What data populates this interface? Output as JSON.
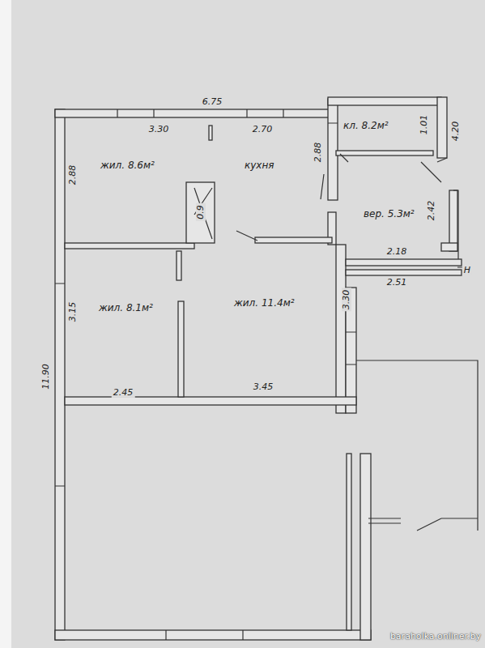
{
  "diagram": {
    "nodes": [
      {
        "text": [
          "жил. 8.6м²"
        ]
      },
      {
        "text": [
          "кухня"
        ]
      },
      {
        "text": [
          "кл. 8.2м²"
        ]
      },
      {
        "text": [
          "вер. 5.3м²"
        ]
      },
      {
        "text": [
          "жил. 8.1м²"
        ]
      },
      {
        "text": [
          "жил. 11.4м²"
        ]
      }
    ],
    "labels": [
      "6.75",
      "3.30",
      "2.70",
      "2.88",
      "2.88",
      "1.01",
      "4.20",
      "2.42",
      "0.9",
      "2.18",
      "2.51",
      "Н",
      "3.15",
      "3.30",
      "11.90",
      "2.45",
      "3.45",
      "baraholka.onliner.by"
    ]
  }
}
